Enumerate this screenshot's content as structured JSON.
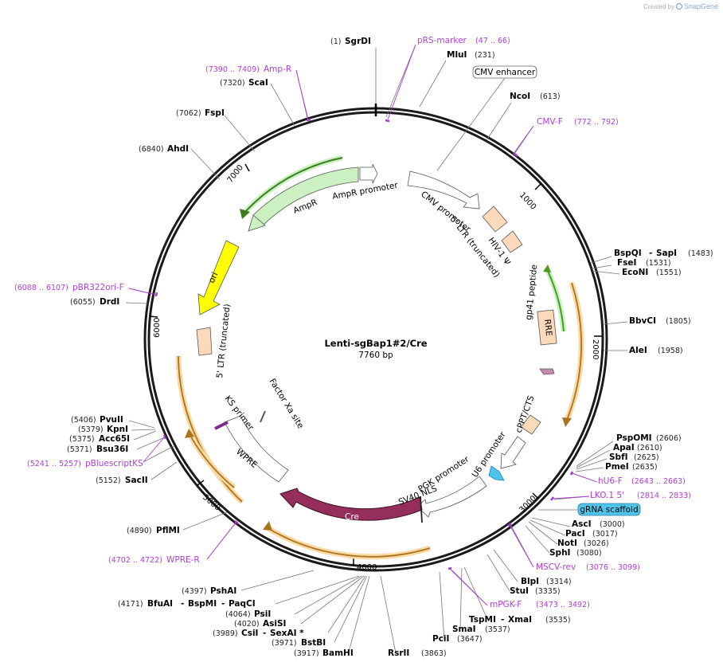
{
  "credit": {
    "prefix": "Created by",
    "brand": "SnapGene"
  },
  "plasmid": {
    "name": "Lenti-sgBap1#2/Cre",
    "length": "7760 bp"
  },
  "ticks": [
    "1000",
    "2000",
    "3000",
    "4000",
    "5000",
    "6000",
    "7000"
  ],
  "enzymes": [
    {
      "pos": "(1)",
      "name": "SgrDI"
    },
    {
      "pos": "(231)",
      "name": "MluI"
    },
    {
      "pos": "(613)",
      "name": "NcoI"
    },
    {
      "name": "BspQI",
      "sep": "-",
      "name2": "SapI",
      "pos": "(1483)"
    },
    {
      "name": "FseI",
      "pos": "(1531)"
    },
    {
      "name": "EcoNI",
      "pos": "(1551)"
    },
    {
      "name": "BbvCI",
      "pos": "(1805)"
    },
    {
      "name": "AleI",
      "pos": "(1958)"
    },
    {
      "name": "PspOMI",
      "pos": "(2606)"
    },
    {
      "name": "ApaI",
      "pos": "(2610)"
    },
    {
      "name": "SbfI",
      "pos": "(2625)"
    },
    {
      "name": "PmeI",
      "pos": "(2635)"
    },
    {
      "name": "AscI",
      "pos": "(3000)"
    },
    {
      "name": "PacI",
      "pos": "(3017)"
    },
    {
      "name": "NotI",
      "pos": "(3026)"
    },
    {
      "name": "SphI",
      "pos": "(3080)"
    },
    {
      "name": "BlpI",
      "pos": "(3314)"
    },
    {
      "name": "StuI",
      "pos": "(3335)"
    },
    {
      "name": "TspMI",
      "sep": "-",
      "name2": "XmaI",
      "pos": "(3535)"
    },
    {
      "name": "SmaI",
      "pos": "(3537)"
    },
    {
      "name": "PciI",
      "pos": "(3647)"
    },
    {
      "name": "RsrII",
      "pos": "(3863)"
    },
    {
      "pos": "(3917)",
      "name": "BamHI"
    },
    {
      "pos": "(3971)",
      "name": "BstBI"
    },
    {
      "pos": "(3989)",
      "name": "CsiI",
      "sep": "-",
      "name2": "SexAI *"
    },
    {
      "pos": "(4020)",
      "name": "AsiSI"
    },
    {
      "pos": "(4064)",
      "name": "PsiI"
    },
    {
      "pos": "(4171)",
      "name": "BfuAI",
      "sep": "-",
      "name2": "BspMI",
      "sep2": "-",
      "name3": "PaqCI"
    },
    {
      "pos": "(4397)",
      "name": "PshAI"
    },
    {
      "pos": "(4890)",
      "name": "PflMI"
    },
    {
      "pos": "(5152)",
      "name": "SacII"
    },
    {
      "pos": "(5371)",
      "name": "Bsu36I"
    },
    {
      "pos": "(5375)",
      "name": "Acc65I"
    },
    {
      "pos": "(5379)",
      "name": "KpnI"
    },
    {
      "pos": "(5406)",
      "name": "PvuII"
    },
    {
      "pos": "(6055)",
      "name": "DrdI"
    },
    {
      "pos": "(6840)",
      "name": "AhdI"
    },
    {
      "pos": "(7062)",
      "name": "FspI"
    },
    {
      "pos": "(7320)",
      "name": "ScaI"
    }
  ],
  "primers": [
    {
      "name": "pRS-marker",
      "pos": "(47 .. 66)"
    },
    {
      "name": "CMV-F",
      "pos": "(772 .. 792)"
    },
    {
      "name": "hU6-F",
      "pos": "(2643 .. 2663)"
    },
    {
      "name": "LKO.1 5'",
      "pos": "(2814 .. 2833)"
    },
    {
      "name": "MSCV-rev",
      "pos": "(3076 .. 3099)"
    },
    {
      "name": "mPGK-F",
      "pos": "(3473 .. 3492)"
    },
    {
      "name": "WPRE-R",
      "pos": "(4702 .. 4722)"
    },
    {
      "name": "pBluescriptKS",
      "pos": "(5241 .. 5257)"
    },
    {
      "name": "pBR322ori-F",
      "pos": "(6088 .. 6107)"
    },
    {
      "name": "Amp-R",
      "pos": "(7390 .. 7409)"
    }
  ],
  "boxed_features": {
    "cmv_enhancer": "CMV enhancer",
    "grna_scaffold": "gRNA scaffold"
  },
  "features": {
    "cmv_promoter": "CMV promoter",
    "ltr5": "5' LTR (truncated)",
    "hiv1_psi": "HIV-1 Ψ",
    "rre": "RRE",
    "gp41": "gp41 peptide",
    "cppt": "cPPT/CTS",
    "u6": "U6 promoter",
    "pgk": "PGK promoter",
    "sv40": "SV40 NLS",
    "cre": "Cre",
    "wpre": "WPRE",
    "ks": "KS primer",
    "factor_xa": "Factor Xa site",
    "ltr3": "5' LTR (truncated)",
    "ori": "ori",
    "ampr": "AmpR",
    "ampr_promoter": "AmpR promoter"
  },
  "colors": {
    "backbone": "#1a1a1a",
    "primer": "#a83cd1",
    "ltr": "#fbd9bb",
    "ampr": "#cbf1c2",
    "ori": "#ffff00",
    "cre": "#962e5d",
    "orf": "#e89b2d",
    "grna": "#4fc4eb",
    "green_orf": "#63b52a"
  }
}
